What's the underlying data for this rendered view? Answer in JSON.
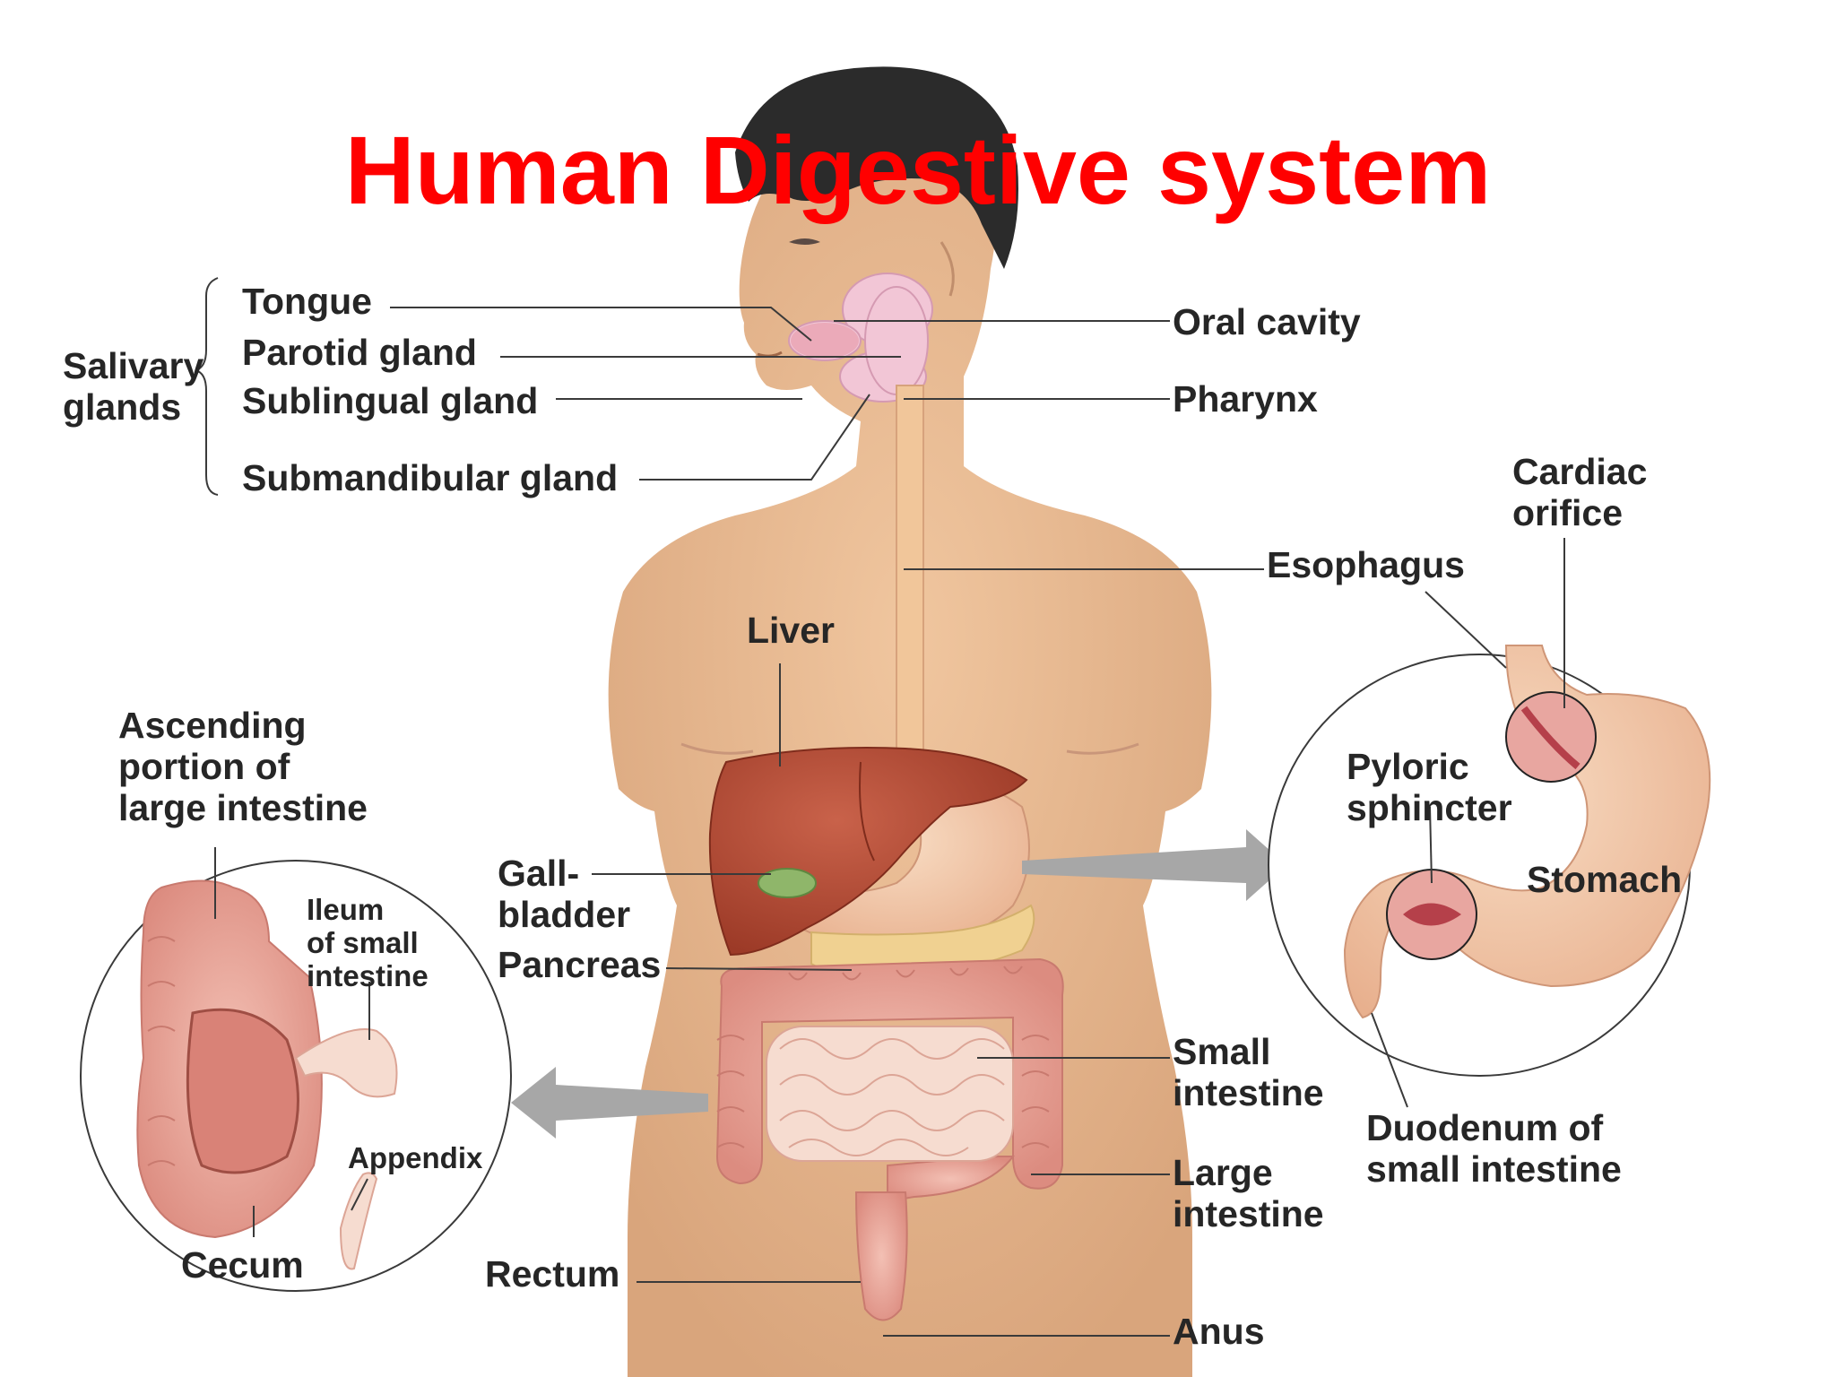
{
  "title": "Human Digestive system",
  "colors": {
    "title": "#ff0000",
    "label": "#262626",
    "skin": "#e8b58c",
    "hair": "#2b2b2b",
    "liver": "#b34a32",
    "intestine": "#eba49a",
    "stomach": "#f3c6a3"
  },
  "labels": {
    "salivary_glands": [
      "Salivary",
      "glands"
    ],
    "tongue": "Tongue",
    "parotid": "Parotid gland",
    "sublingual": "Sublingual gland",
    "submandibular": "Submandibular gland",
    "oral_cavity": "Oral cavity",
    "pharynx": "Pharynx",
    "cardiac_orifice": [
      "Cardiac",
      "orifice"
    ],
    "esophagus": "Esophagus",
    "liver": "Liver",
    "ascending": [
      "Ascending",
      "portion of",
      "large intestine"
    ],
    "pyloric": [
      "Pyloric",
      "sphincter"
    ],
    "stomach": "Stomach",
    "gallbladder": [
      "Gall-",
      "bladder"
    ],
    "ileum": [
      "Ileum",
      "of small",
      "intestine"
    ],
    "pancreas": "Pancreas",
    "small_intestine": [
      "Small",
      "intestine"
    ],
    "duodenum": [
      "Duodenum of",
      "small intestine"
    ],
    "appendix": "Appendix",
    "large_intestine": [
      "Large",
      "intestine"
    ],
    "cecum": "Cecum",
    "rectum": "Rectum",
    "anus": "Anus"
  }
}
